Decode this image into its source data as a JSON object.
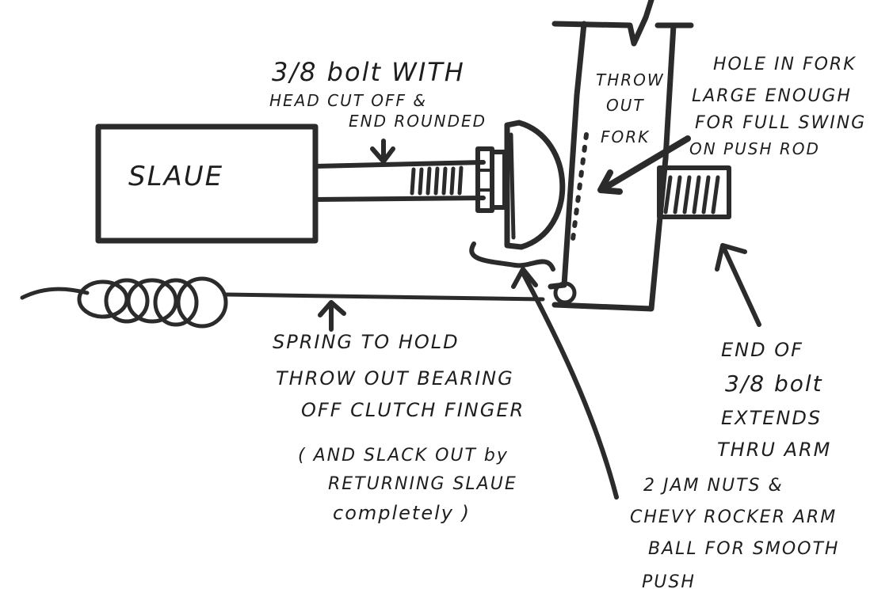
{
  "diagram": {
    "ink_color": "#2b2b2b",
    "background": "#ffffff",
    "labels": {
      "slave": "SLAUE",
      "fork": [
        "THROW",
        "OUT",
        "FORK"
      ],
      "bolt_note": [
        "3/8 bolt WITH",
        "HEAD CUT OFF &",
        "END ROUNDED"
      ],
      "hole_note": [
        "HOLE IN FORK",
        "LARGE ENOUGH",
        "FOR FULL SWING",
        "ON PUSH ROD"
      ],
      "spring_note": [
        "SPRING TO HOLD",
        "THROW OUT BEARING",
        "OFF CLUTCH FINGER"
      ],
      "slack_note": [
        "( AND SLACK OUT by",
        "RETURNING SLAUE",
        "completely )"
      ],
      "end_note": [
        "END OF",
        "3/8 bolt",
        "EXTENDS",
        "THRU ARM"
      ],
      "nuts_note": [
        "2 JAM NUTS &",
        "CHEVY ROCKER ARM",
        "BALL FOR SMOOTH",
        "PUSH"
      ]
    }
  }
}
